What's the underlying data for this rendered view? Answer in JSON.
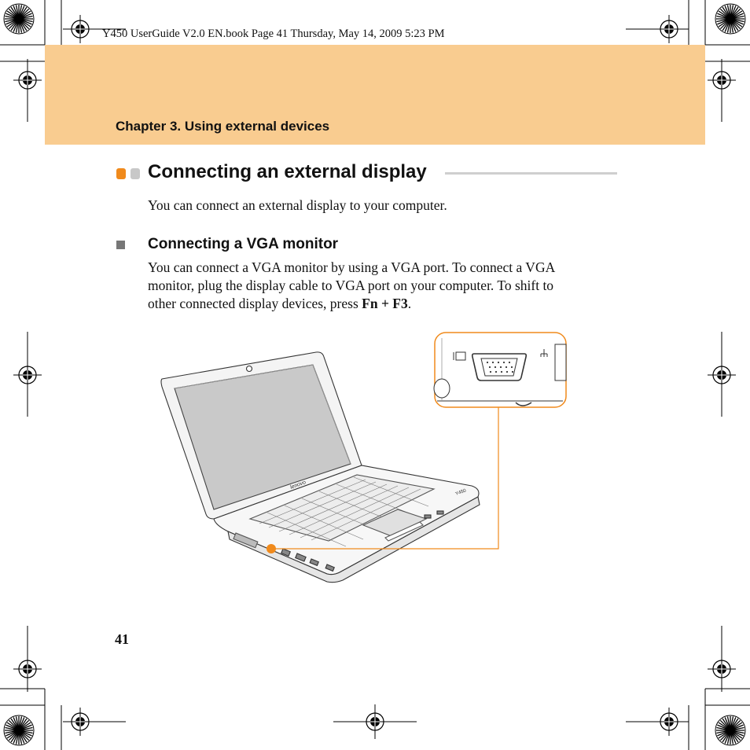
{
  "header": {
    "book_meta": "Y450 UserGuide V2.0 EN.book  Page 41  Thursday, May 14, 2009  5:23 PM",
    "chapter": "Chapter 3. Using external devices"
  },
  "section": {
    "title": "Connecting an external display",
    "intro": "You can connect an external display to your computer."
  },
  "subsection": {
    "title": "Connecting a VGA monitor",
    "line1": "You can connect a VGA monitor by using a VGA port. To connect a VGA",
    "line2": "monitor, plug the display cable to VGA port on your computer. To shift to",
    "line3_prefix": "other connected display devices, press ",
    "key_combo": "Fn + F3",
    "line3_suffix": "."
  },
  "laptop": {
    "brand": "lenovo",
    "model": "Y450"
  },
  "page_number": "41",
  "colors": {
    "band": "#f9cc90",
    "accent_orange": "#f08a1c",
    "rule_gray": "#cfcfcf"
  },
  "icons": [
    "registration-mark-icon",
    "starburst-mark-icon",
    "monitor-port-icon",
    "network-port-icon",
    "square-bullet-icon"
  ]
}
